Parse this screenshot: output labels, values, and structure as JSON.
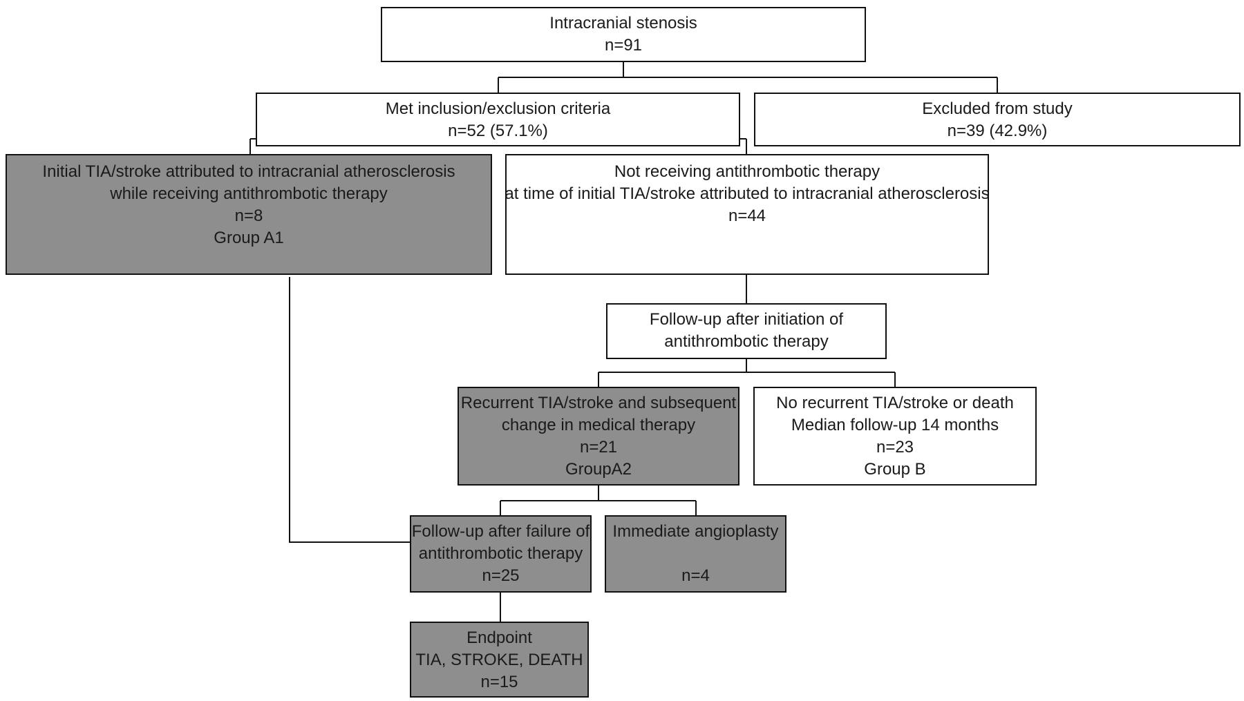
{
  "flowchart": {
    "intracranial": {
      "label": "Intracranial stenosis",
      "n": "n=91"
    },
    "met_criteria": {
      "label": "Met inclusion/exclusion criteria",
      "n": "n=52 (57.1%)"
    },
    "excluded": {
      "label": "Excluded from study",
      "n": "n=39 (42.9%)"
    },
    "group_a1": {
      "line1": "Initial TIA/stroke attributed to intracranial atherosclerosis",
      "line2": "while receiving antithrombotic therapy",
      "n": "n=8",
      "group": "Group A1"
    },
    "not_receiving": {
      "line1": "Not receiving antithrombotic therapy",
      "line2": "at time of initial TIA/stroke attributed to intracranial atherosclerosis",
      "n": "n=44"
    },
    "followup_initiation": {
      "line1": "Follow-up after initiation of",
      "line2": "antithrombotic therapy"
    },
    "group_a2": {
      "line1": "Recurrent TIA/stroke and subsequent",
      "line2": "change in medical therapy",
      "n": "n=21",
      "group": "GroupA2"
    },
    "group_b": {
      "line1": "No recurrent TIA/stroke or death",
      "line2": "Median follow-up 14 months",
      "n": "n=23",
      "group": "Group B"
    },
    "followup_failure": {
      "line1": "Follow-up after failure of",
      "line2": "antithrombotic therapy",
      "n": "n=25"
    },
    "angioplasty": {
      "label": "Immediate angioplasty",
      "n": "n=4"
    },
    "endpoint": {
      "line1": "Endpoint",
      "line2": "TIA, STROKE, DEATH",
      "n": "n=15"
    }
  },
  "colors": {
    "shaded_box": "#8e8e8e",
    "white_box": "#ffffff",
    "border": "#111111"
  }
}
